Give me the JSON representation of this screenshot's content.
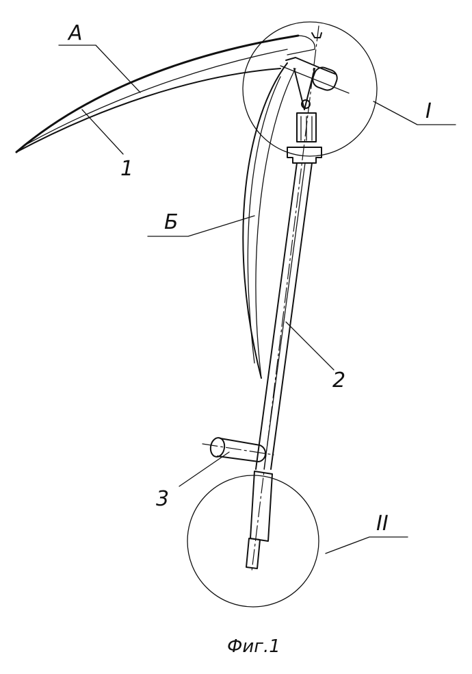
{
  "labels": {
    "blade": "А",
    "blade_edge": "1",
    "handle_curve": "Б",
    "shaft": "2",
    "grip": "3",
    "detail_top": "I",
    "detail_bottom": "II"
  },
  "caption": "Фиг.1"
}
